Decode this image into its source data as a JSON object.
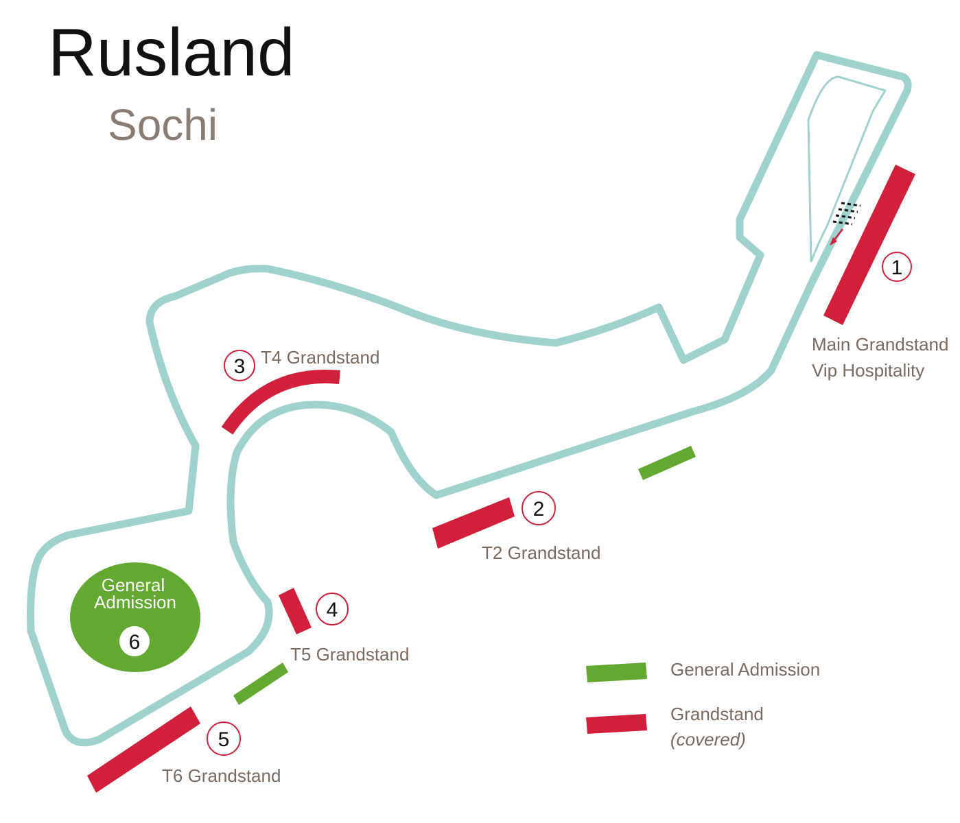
{
  "title": "Rusland",
  "subtitle": "Sochi",
  "colors": {
    "track": "#9fd1cd",
    "grandstand": "#d11f3c",
    "general_admission": "#63a830",
    "label": "#7a6b62",
    "marker_ring": "#d11f3c"
  },
  "stands": [
    {
      "number": "1",
      "label_line1": "Main Grandstand",
      "label_line2": "Vip Hospitality"
    },
    {
      "number": "2",
      "label_line1": "T2 Grandstand"
    },
    {
      "number": "3",
      "label_line1": "T4 Grandstand"
    },
    {
      "number": "4",
      "label_line1": "T5 Grandstand"
    },
    {
      "number": "5",
      "label_line1": "T6 Grandstand"
    }
  ],
  "general_admission_area": {
    "number": "6",
    "label_line1": "General",
    "label_line2": "Admission"
  },
  "legend": {
    "general_admission": "General Admission",
    "grandstand": "Grandstand",
    "grandstand_note": "(covered)"
  },
  "icons": {
    "start_finish": "checkered-flag-icon",
    "direction": "direction-arrow-icon"
  }
}
